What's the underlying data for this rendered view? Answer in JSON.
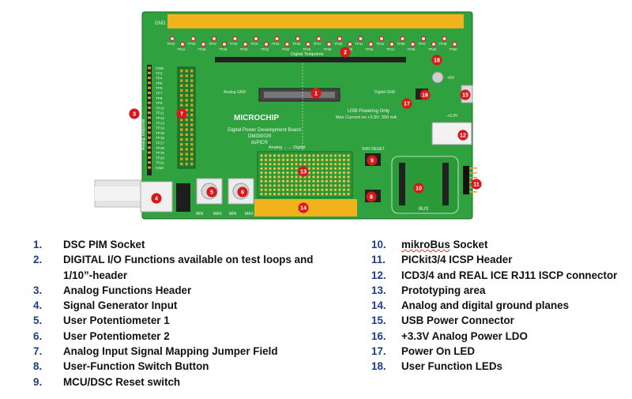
{
  "board": {
    "logo_name": "MICROCHIP",
    "title_line1": "Digital Power Development Board",
    "title_line2": "DM330029",
    "title_line3": "dsPIC®",
    "digital_testpoints_label": "Digital Testpoints",
    "analog_testpoints_label": "Analog Testpoints",
    "usb_note_1": "USB Powering Only",
    "usb_note_2": "Max Current on +3.3V: 300 mA",
    "analog_digital_label": "Analog ←→ Digital",
    "mikrobus_label": "BUS",
    "sw2_label": "SW2 RESET",
    "p5v_label": "+5V",
    "p33v_label": "+3.3V",
    "gnd_label": "GND",
    "analog_gnd_label": "Analog GND",
    "digital_gnd_label": "Digital GND",
    "pot_min_label": "MIN",
    "pot_max_label": "MAX",
    "tp_top_row_1": [
      "TP23",
      "TP25",
      "TP27",
      "TP29",
      "TP31",
      "TP33",
      "TP35",
      "TP37",
      "TP39",
      "TP41",
      "TP43",
      "TP45",
      "TP47",
      "TP49"
    ],
    "tp_top_row_2": [
      "TP24",
      "TP26",
      "TP28",
      "TP30",
      "TP32",
      "TP34",
      "TP36",
      "TP38",
      "TP40",
      "TP42",
      "TP44",
      "TP46",
      "TP48",
      "TP50"
    ],
    "tp_left_col": [
      "GND",
      "TP3",
      "TP4",
      "TP5",
      "TP6",
      "TP7",
      "TP8",
      "TP9",
      "TP10",
      "TP11",
      "TP12",
      "TP13",
      "TP14",
      "TP15",
      "TP16",
      "TP17",
      "TP18",
      "TP19",
      "TP20",
      "TP21",
      "GND"
    ],
    "callouts": [
      "1",
      "2",
      "3",
      "4",
      "5",
      "6",
      "7",
      "8",
      "9",
      "10",
      "11",
      "12",
      "13",
      "14",
      "15",
      "16",
      "17",
      "18"
    ]
  },
  "legend": {
    "left": [
      {
        "num": "1.",
        "text": "DSC PIM Socket"
      },
      {
        "num": "2.",
        "text": "DIGITAL I/O Functions available on test loops and 1/10”-header"
      },
      {
        "num": "3.",
        "text": "Analog Functions Header"
      },
      {
        "num": "4.",
        "text": "Signal Generator Input"
      },
      {
        "num": "5.",
        "text": "User Potentiometer 1"
      },
      {
        "num": "6.",
        "text": "User Potentiometer 2"
      },
      {
        "num": "7.",
        "text": "Analog Input Signal Mapping Jumper Field"
      },
      {
        "num": "8.",
        "text": "User-Function Switch Button"
      },
      {
        "num": "9.",
        "text": "MCU/DSC Reset switch"
      }
    ],
    "right": [
      {
        "num": "10.",
        "text": "mikroBus Socket"
      },
      {
        "num": "11.",
        "text": "PICkit3/4 ICSP Header"
      },
      {
        "num": "12.",
        "text": "ICD3/4 and REAL ICE RJ11 ISCP connector"
      },
      {
        "num": "13.",
        "text": "Prototyping area"
      },
      {
        "num": "14.",
        "text": "Analog and digital ground planes"
      },
      {
        "num": "15.",
        "text": "USB Power Connector"
      },
      {
        "num": "16.",
        "text": "+3.3V Analog Power LDO"
      },
      {
        "num": "17.",
        "text": "Power On LED"
      },
      {
        "num": "18.",
        "text": "User Function LEDs"
      }
    ]
  },
  "colors": {
    "pcb": "#2fa13f",
    "pcb_dark": "#1f7a2c",
    "gold": "#f2b21c",
    "callout": "#d7191c",
    "legend_num": "#1f3d8c"
  }
}
